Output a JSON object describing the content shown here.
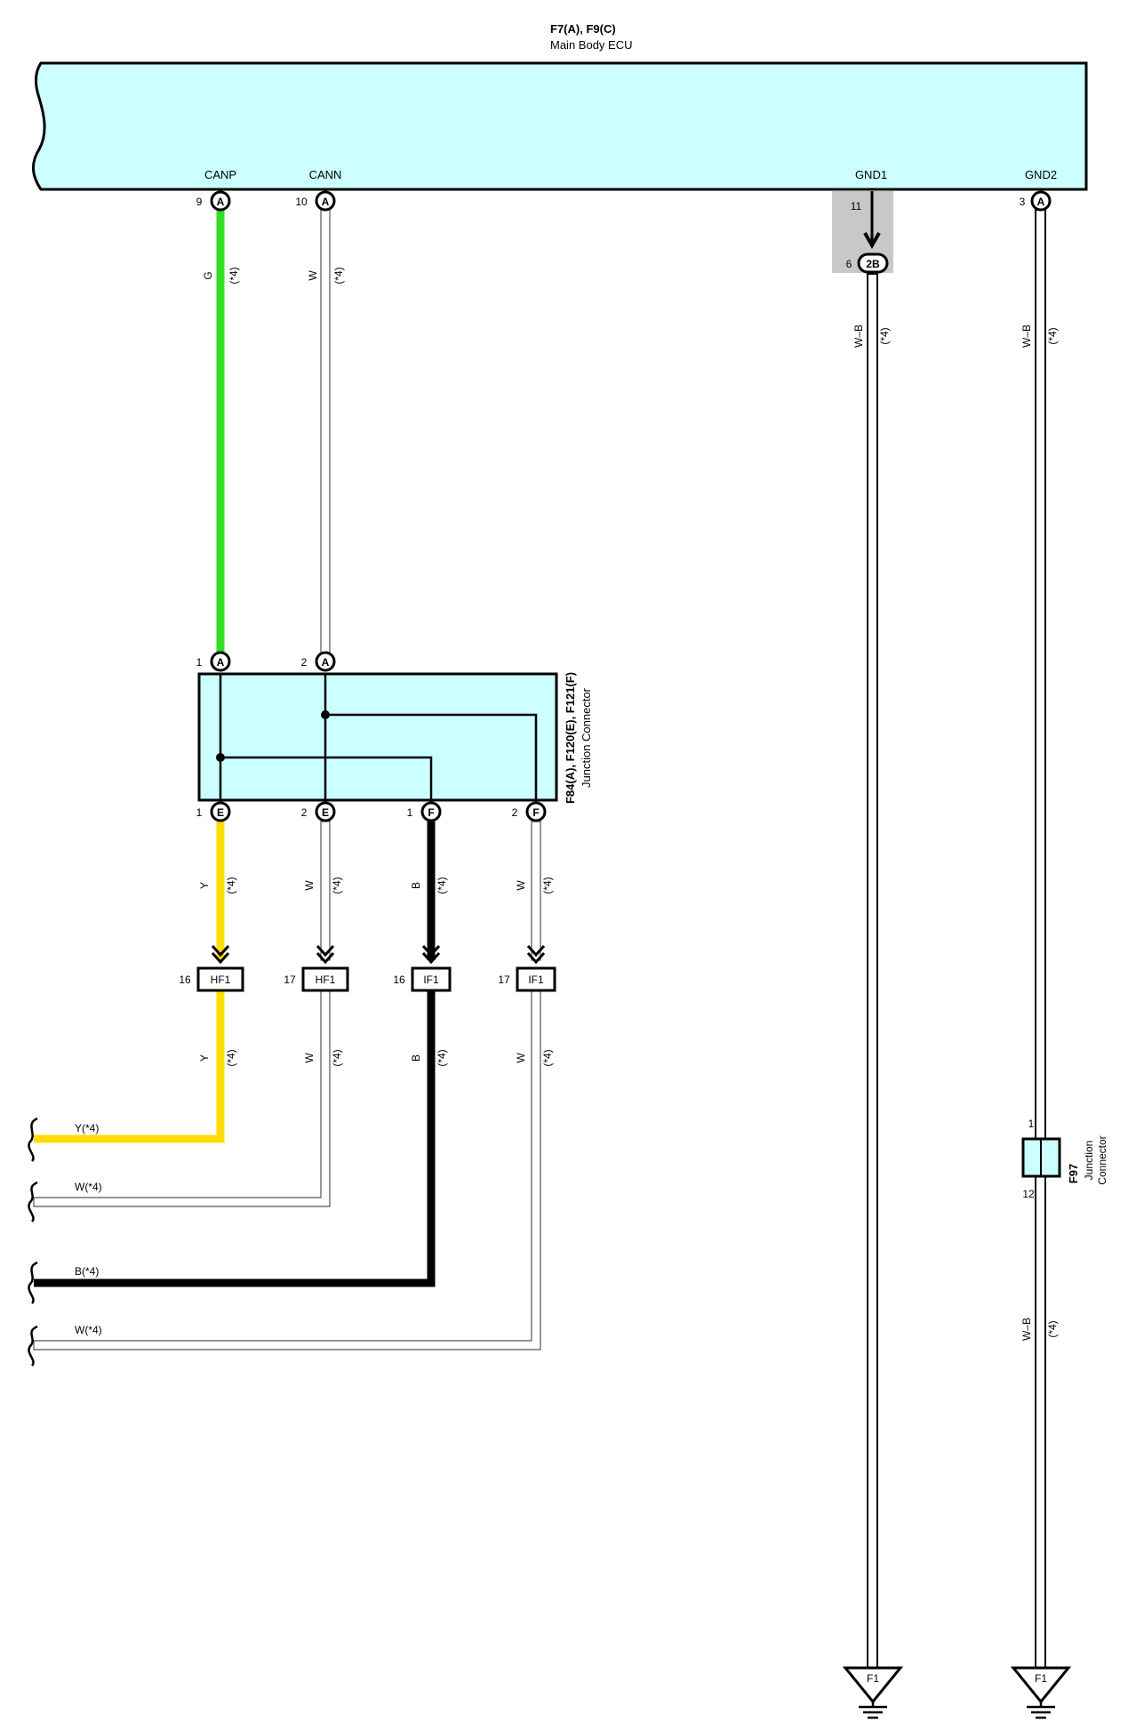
{
  "ecu": {
    "code": "F7(A), F9(C)",
    "name": "Main Body ECU",
    "fill": "#ccffff",
    "pins": {
      "canp": {
        "label": "CANP",
        "num": "9",
        "conn": "A"
      },
      "cann": {
        "label": "CANN",
        "num": "10",
        "conn": "A"
      },
      "gnd1": {
        "label": "GND1",
        "num": "11"
      },
      "gnd2": {
        "label": "GND2",
        "num": "3",
        "conn": "A"
      }
    }
  },
  "gnd1_junction": {
    "num": "6",
    "conn": "2B"
  },
  "junction": {
    "code": "F84(A), F120(E), F121(F)",
    "name": "Junction Connector",
    "fill": "#ccffff",
    "top_pins": [
      {
        "num": "1",
        "conn": "A"
      },
      {
        "num": "2",
        "conn": "A"
      }
    ],
    "bottom_pins": [
      {
        "num": "1",
        "conn": "E"
      },
      {
        "num": "2",
        "conn": "E"
      },
      {
        "num": "1",
        "conn": "F"
      },
      {
        "num": "2",
        "conn": "F"
      }
    ]
  },
  "wires": {
    "canp": {
      "color_code": "G",
      "note": "(*4)",
      "hex": "#33dd22"
    },
    "cann": {
      "color_code": "W",
      "note": "(*4)"
    },
    "gnd1": {
      "color_code": "W–B",
      "note": "(*4)"
    },
    "gnd2": {
      "color_code": "W–B",
      "note": "(*4)"
    },
    "gnd2_lower": {
      "color_code": "W–B",
      "note": "(*4)"
    },
    "out1": {
      "color_code": "Y",
      "note": "(*4)",
      "hex": "#ffdd00"
    },
    "out2": {
      "color_code": "W",
      "note": "(*4)"
    },
    "out3": {
      "color_code": "B",
      "note": "(*4)",
      "hex": "#000000"
    },
    "out4": {
      "color_code": "W",
      "note": "(*4)"
    }
  },
  "inline_connectors": [
    {
      "num": "16",
      "name": "HF1"
    },
    {
      "num": "17",
      "name": "HF1"
    },
    {
      "num": "16",
      "name": "IF1"
    },
    {
      "num": "17",
      "name": "IF1"
    }
  ],
  "break_labels": [
    "Y(*4)",
    "W(*4)",
    "B(*4)",
    "W(*4)"
  ],
  "f97": {
    "code": "F97",
    "name_line1": "Junction",
    "name_line2": "Connector",
    "pin_top": "1",
    "pin_bottom": "12",
    "fill": "#ccffff"
  },
  "grounds": [
    {
      "label": "F1"
    },
    {
      "label": "F1"
    }
  ]
}
